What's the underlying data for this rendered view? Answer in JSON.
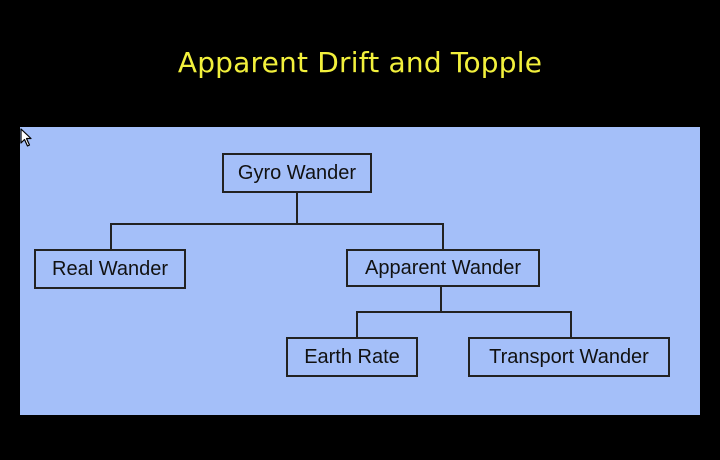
{
  "slide": {
    "title": "Apparent Drift and Topple"
  },
  "diagram": {
    "root": "Gyro Wander",
    "level1": [
      "Real Wander",
      "Apparent Wander"
    ],
    "level2": [
      "Earth Rate",
      "Transport Wander"
    ]
  },
  "colors": {
    "background": "#000000",
    "title": "#f2f03c",
    "panel": "#a4bff9",
    "line": "#222222"
  },
  "icons": {
    "cursor": "mouse-pointer-icon"
  }
}
